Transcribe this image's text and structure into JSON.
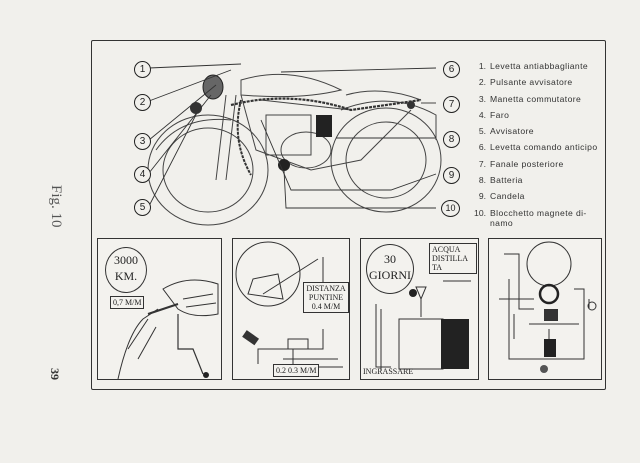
{
  "page": {
    "figure_caption": "Fig. 10",
    "page_number": "39"
  },
  "diagram": {
    "callouts": [
      "1",
      "2",
      "3",
      "4",
      "5",
      "6",
      "7",
      "8",
      "9",
      "10"
    ]
  },
  "legend": [
    {
      "num": "1.",
      "text": "Levetta antiabbagliante"
    },
    {
      "num": "2.",
      "text": "Pulsante avvisatore"
    },
    {
      "num": "3.",
      "text": "Manetta commutatore"
    },
    {
      "num": "4.",
      "text": "Faro"
    },
    {
      "num": "5.",
      "text": "Avvisatore"
    },
    {
      "num": "6.",
      "text": "Levetta comando anticipo"
    },
    {
      "num": "7.",
      "text": "Fanale posteriore"
    },
    {
      "num": "8.",
      "text": "Batteria"
    },
    {
      "num": "9.",
      "text": "Candela"
    },
    {
      "num": "10.",
      "text": "Blocchetto magnete di-namo"
    }
  ],
  "panels": {
    "spark_plug": {
      "circle_line1": "3000",
      "circle_line2": "KM.",
      "gap_label": "0,7 M/M"
    },
    "contact_breaker": {
      "box_line1": "DISTANZA",
      "box_line2": "PUNTINE",
      "box_line3": "0.4 M/M",
      "range_label": "0.2 0.3 M/M"
    },
    "battery": {
      "circle_line1": "30",
      "circle_line2": "GIORNI",
      "box_line1": "ACQUA",
      "box_line2": "DISTILLA",
      "box_line3": "TA",
      "grease_label": "INGRASSARE"
    },
    "wiring": {}
  }
}
